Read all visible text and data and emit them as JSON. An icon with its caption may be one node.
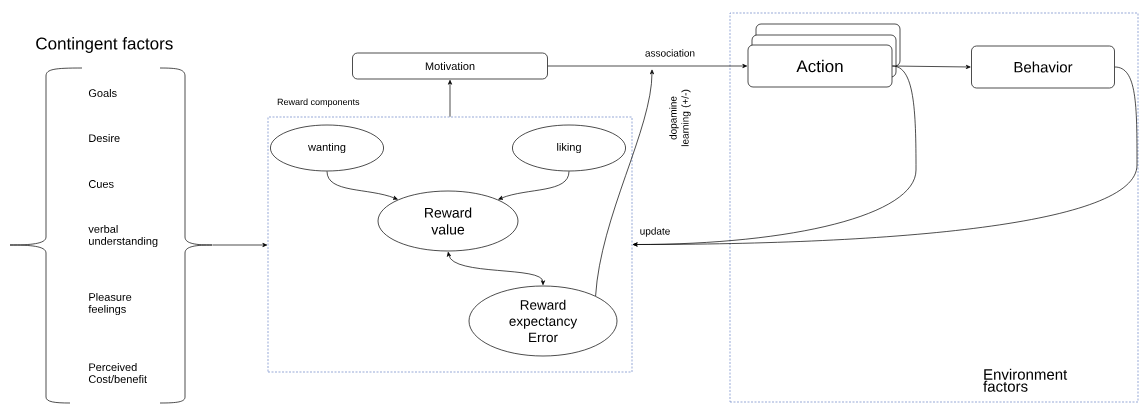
{
  "diagram": {
    "nodes": [
      {
        "text": [
          "Contingent factors",
          "Goals",
          "Desire",
          "Cues",
          "verbal understanding",
          "Pleasure feelings",
          "Perceived Cost/benefit"
        ]
      },
      {
        "text": [
          "Motivation"
        ]
      },
      {
        "text": [
          "Reward components"
        ]
      },
      {
        "text": [
          "wanting"
        ],
        "in": 2
      },
      {
        "text": [
          "liking"
        ],
        "in": 2
      },
      {
        "text": [
          "Reward value"
        ],
        "in": 2
      },
      {
        "text": [
          "Reward expectancy Error"
        ],
        "in": 2
      },
      {
        "text": [
          "Environment factors"
        ]
      },
      {
        "text": [
          "Action"
        ],
        "in": 7
      },
      {
        "text": [
          "Behavior"
        ],
        "in": 7
      }
    ],
    "edges": [
      {
        "from": 0,
        "to": 2,
        "arrow": "to"
      },
      {
        "from": 2,
        "to": 1,
        "arrow": "to"
      },
      {
        "from": 1,
        "to": 8,
        "arrow": "to",
        "label": "association"
      },
      {
        "from": 3,
        "to": 5,
        "arrow": "to"
      },
      {
        "from": 4,
        "to": 5,
        "arrow": "to"
      },
      {
        "from": 5,
        "to": 6,
        "arrow": "both"
      },
      {
        "from": 6,
        "to": null,
        "arrow": "to",
        "label": "dopamine learning (+/-)"
      },
      {
        "from": 8,
        "to": 9,
        "arrow": "to"
      },
      {
        "from": 8,
        "to": 2,
        "arrow": "to",
        "label": "update"
      },
      {
        "from": 9,
        "to": 2,
        "arrow": "to"
      }
    ]
  }
}
